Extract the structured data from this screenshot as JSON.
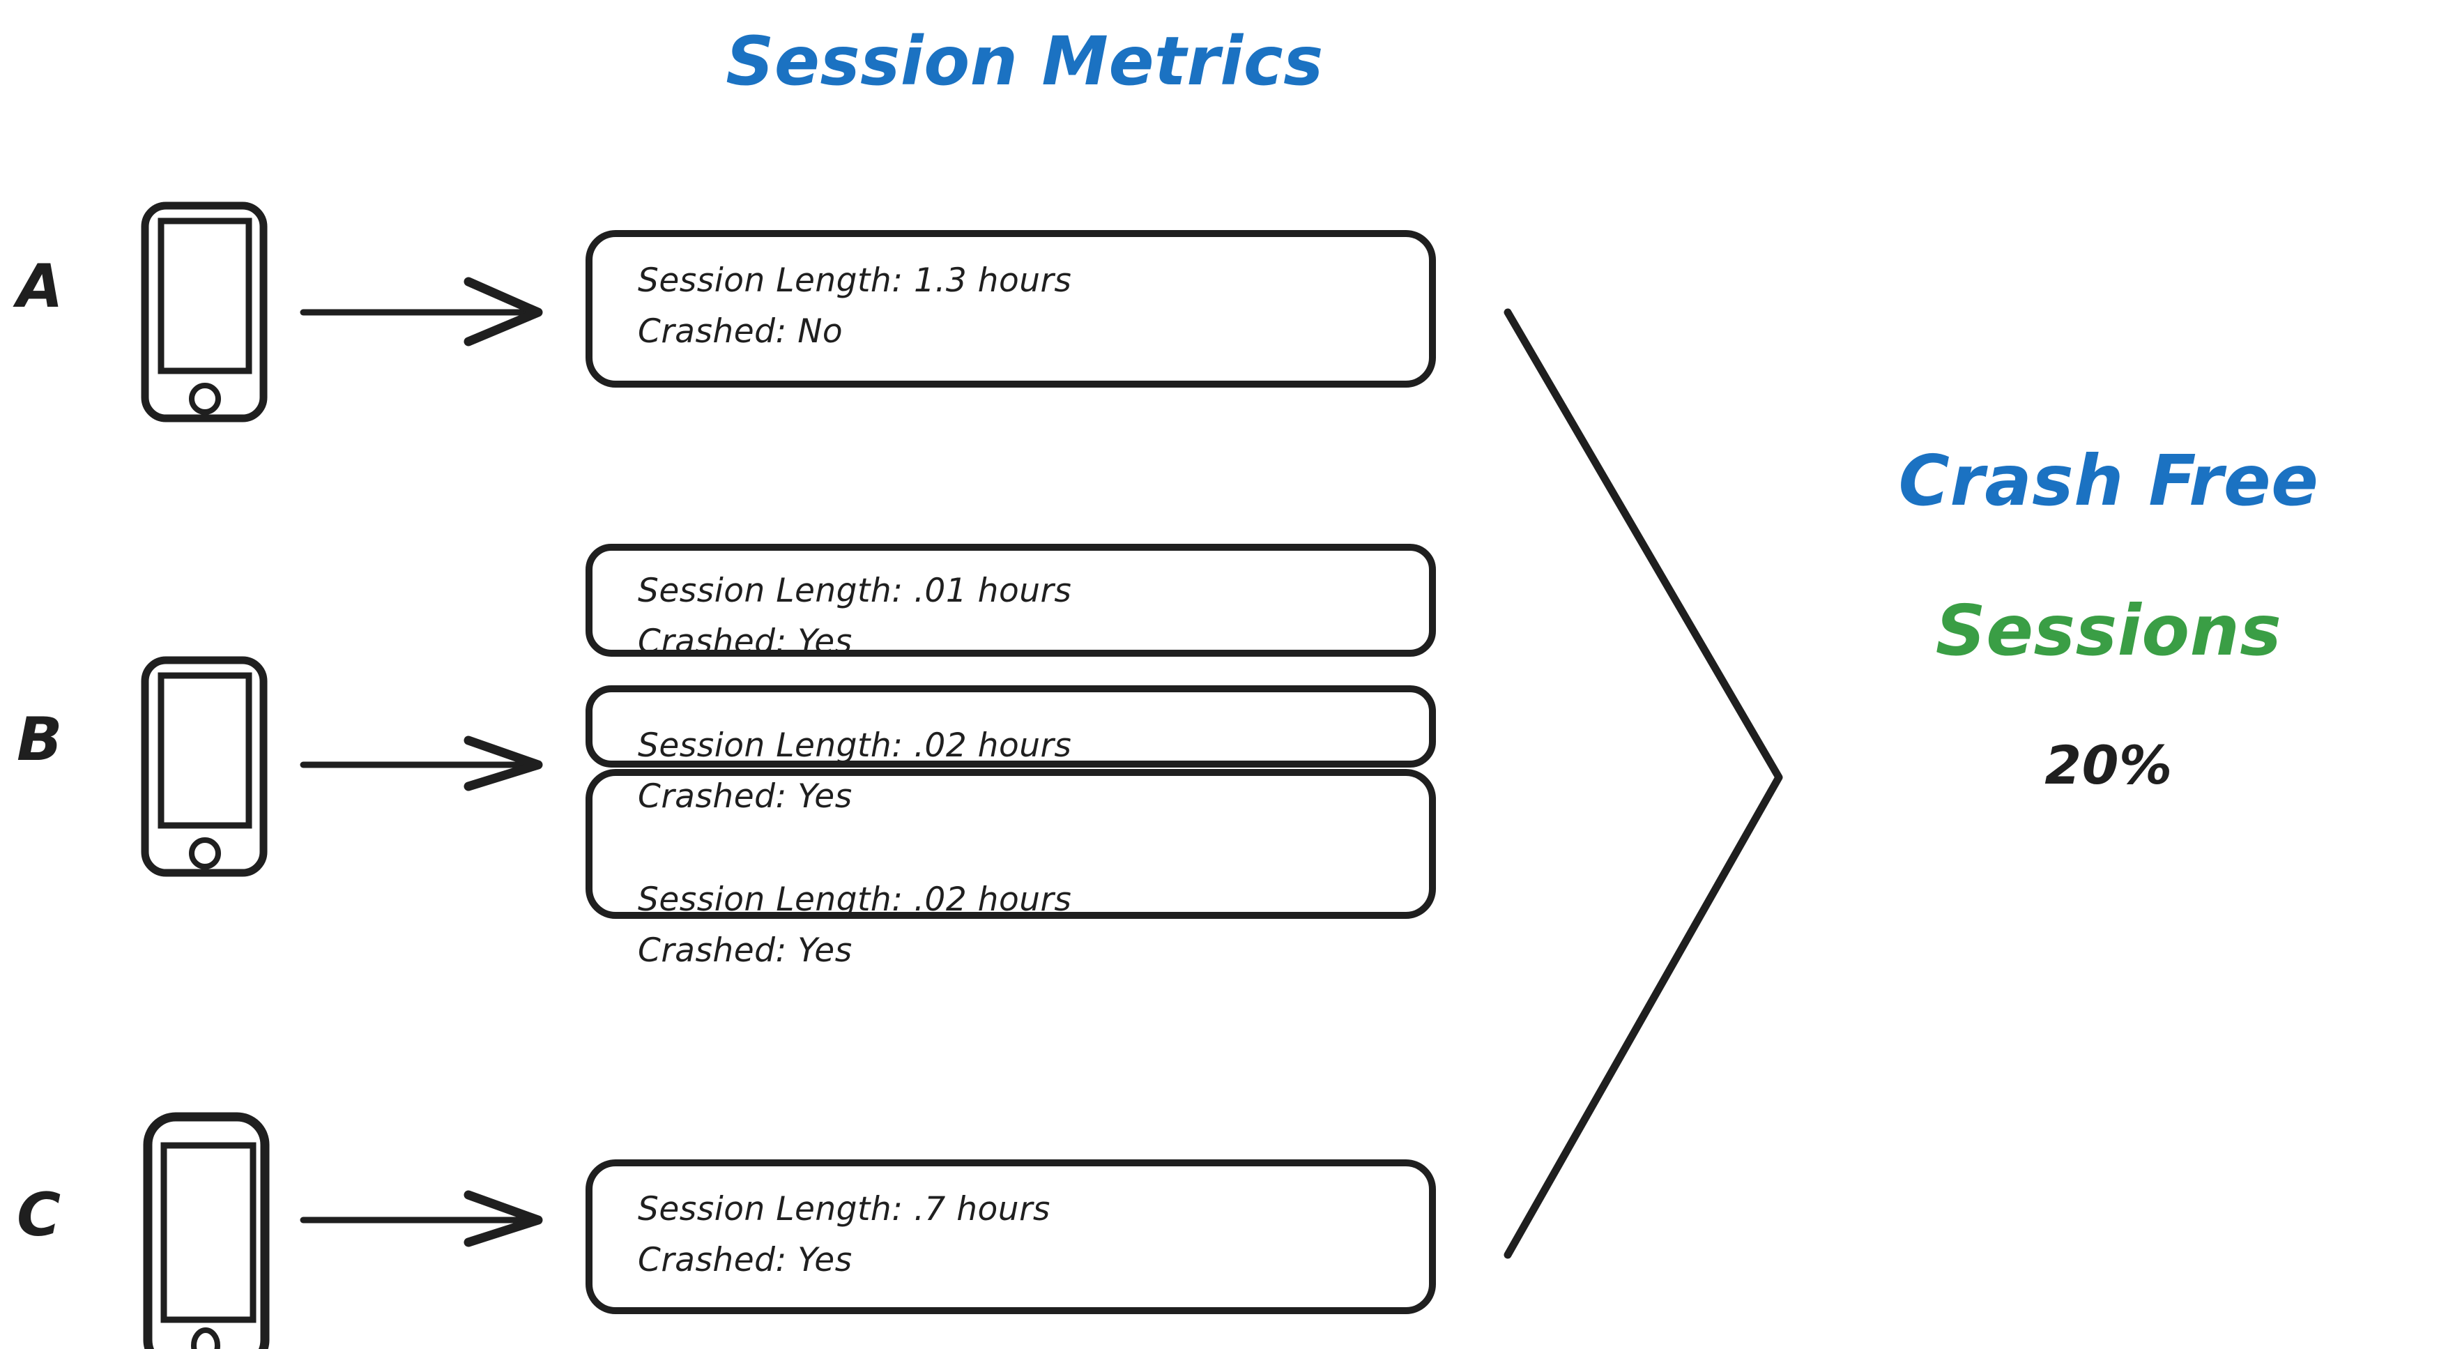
{
  "diagram": {
    "title": "Session Metrics",
    "groups": [
      {
        "letter": "A",
        "device_icon": "mobile-phone-icon",
        "arrow_icon": "arrow-right-icon",
        "sessions": [
          {
            "length_line": "Session Length: 1.3 hours",
            "crashed_line": "Crashed: No"
          }
        ]
      },
      {
        "letter": "B",
        "device_icon": "mobile-phone-icon",
        "arrow_icon": "arrow-right-icon",
        "sessions": [
          {
            "length_line": "Session Length: .01 hours",
            "crashed_line": "Crashed: Yes"
          },
          {
            "length_line": "Session Length: .02 hours",
            "crashed_line": "Crashed: Yes"
          },
          {
            "length_line": "Session Length: .02 hours",
            "crashed_line": "Crashed: Yes"
          }
        ]
      },
      {
        "letter": "C",
        "device_icon": "mobile-phone-icon",
        "arrow_icon": "arrow-right-icon",
        "sessions": [
          {
            "length_line": "Session Length: .7 hours",
            "crashed_line": "Crashed: Yes"
          }
        ]
      }
    ],
    "aggregator_icon": "chevron-right-bracket",
    "outcome": {
      "line1": "Crash Free",
      "line2": "Sessions",
      "value": "20%"
    },
    "colors": {
      "title_blue": "#1b72c2",
      "outcome_blue": "#1b72c2",
      "outcome_green": "#3a9e45",
      "ink_black": "#1f1f1f",
      "background": "#ffffff"
    }
  }
}
